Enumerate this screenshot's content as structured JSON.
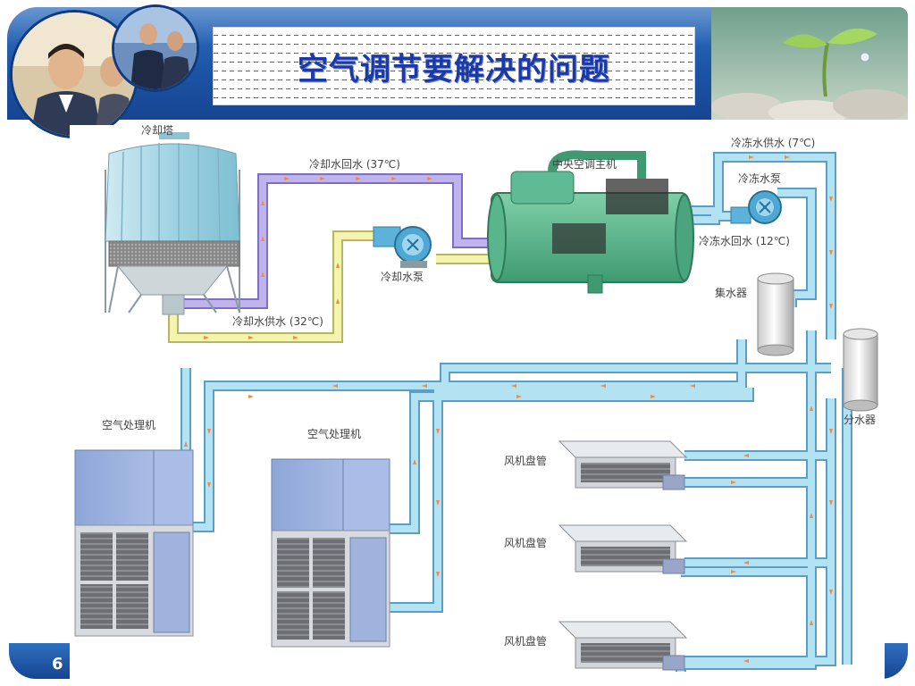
{
  "header": {
    "title": "空气调节要解决的问题",
    "slide_number": "6"
  },
  "diagram": {
    "labels": {
      "cooling_tower": "冷却塔",
      "cooling_return": "冷却水回水 (37℃)",
      "cooling_supply": "冷却水供水 (32℃)",
      "cooling_pump": "冷却水泵",
      "chiller": "中央空调主机",
      "chilled_supply": "冷冻水供水 (7℃)",
      "chilled_pump": "冷冻水泵",
      "chilled_return": "冷冻水回水 (12℃)",
      "collector": "集水器",
      "distributor": "分水器",
      "ahu_1": "空气处理机",
      "ahu_2": "空气处理机",
      "fcu_1": "风机盘管",
      "fcu_2": "风机盘管",
      "fcu_3": "风机盘管"
    },
    "colors": {
      "cooling_return_pipe": "#b7a8e8",
      "cooling_supply_pipe": "#f2f0a8",
      "chilled_pipe": "#a8dcee",
      "pipe_border": "#6aa9cf",
      "arrow": "#f08a3c",
      "chiller_body": "#4fae86",
      "tower_body": "#a8d8e6"
    },
    "icons": {
      "tower": "cooling-tower-icon",
      "pump": "pump-icon",
      "chiller": "chiller-icon",
      "tank": "tank-icon",
      "ahu": "air-handler-icon",
      "fcu": "fan-coil-icon"
    }
  }
}
